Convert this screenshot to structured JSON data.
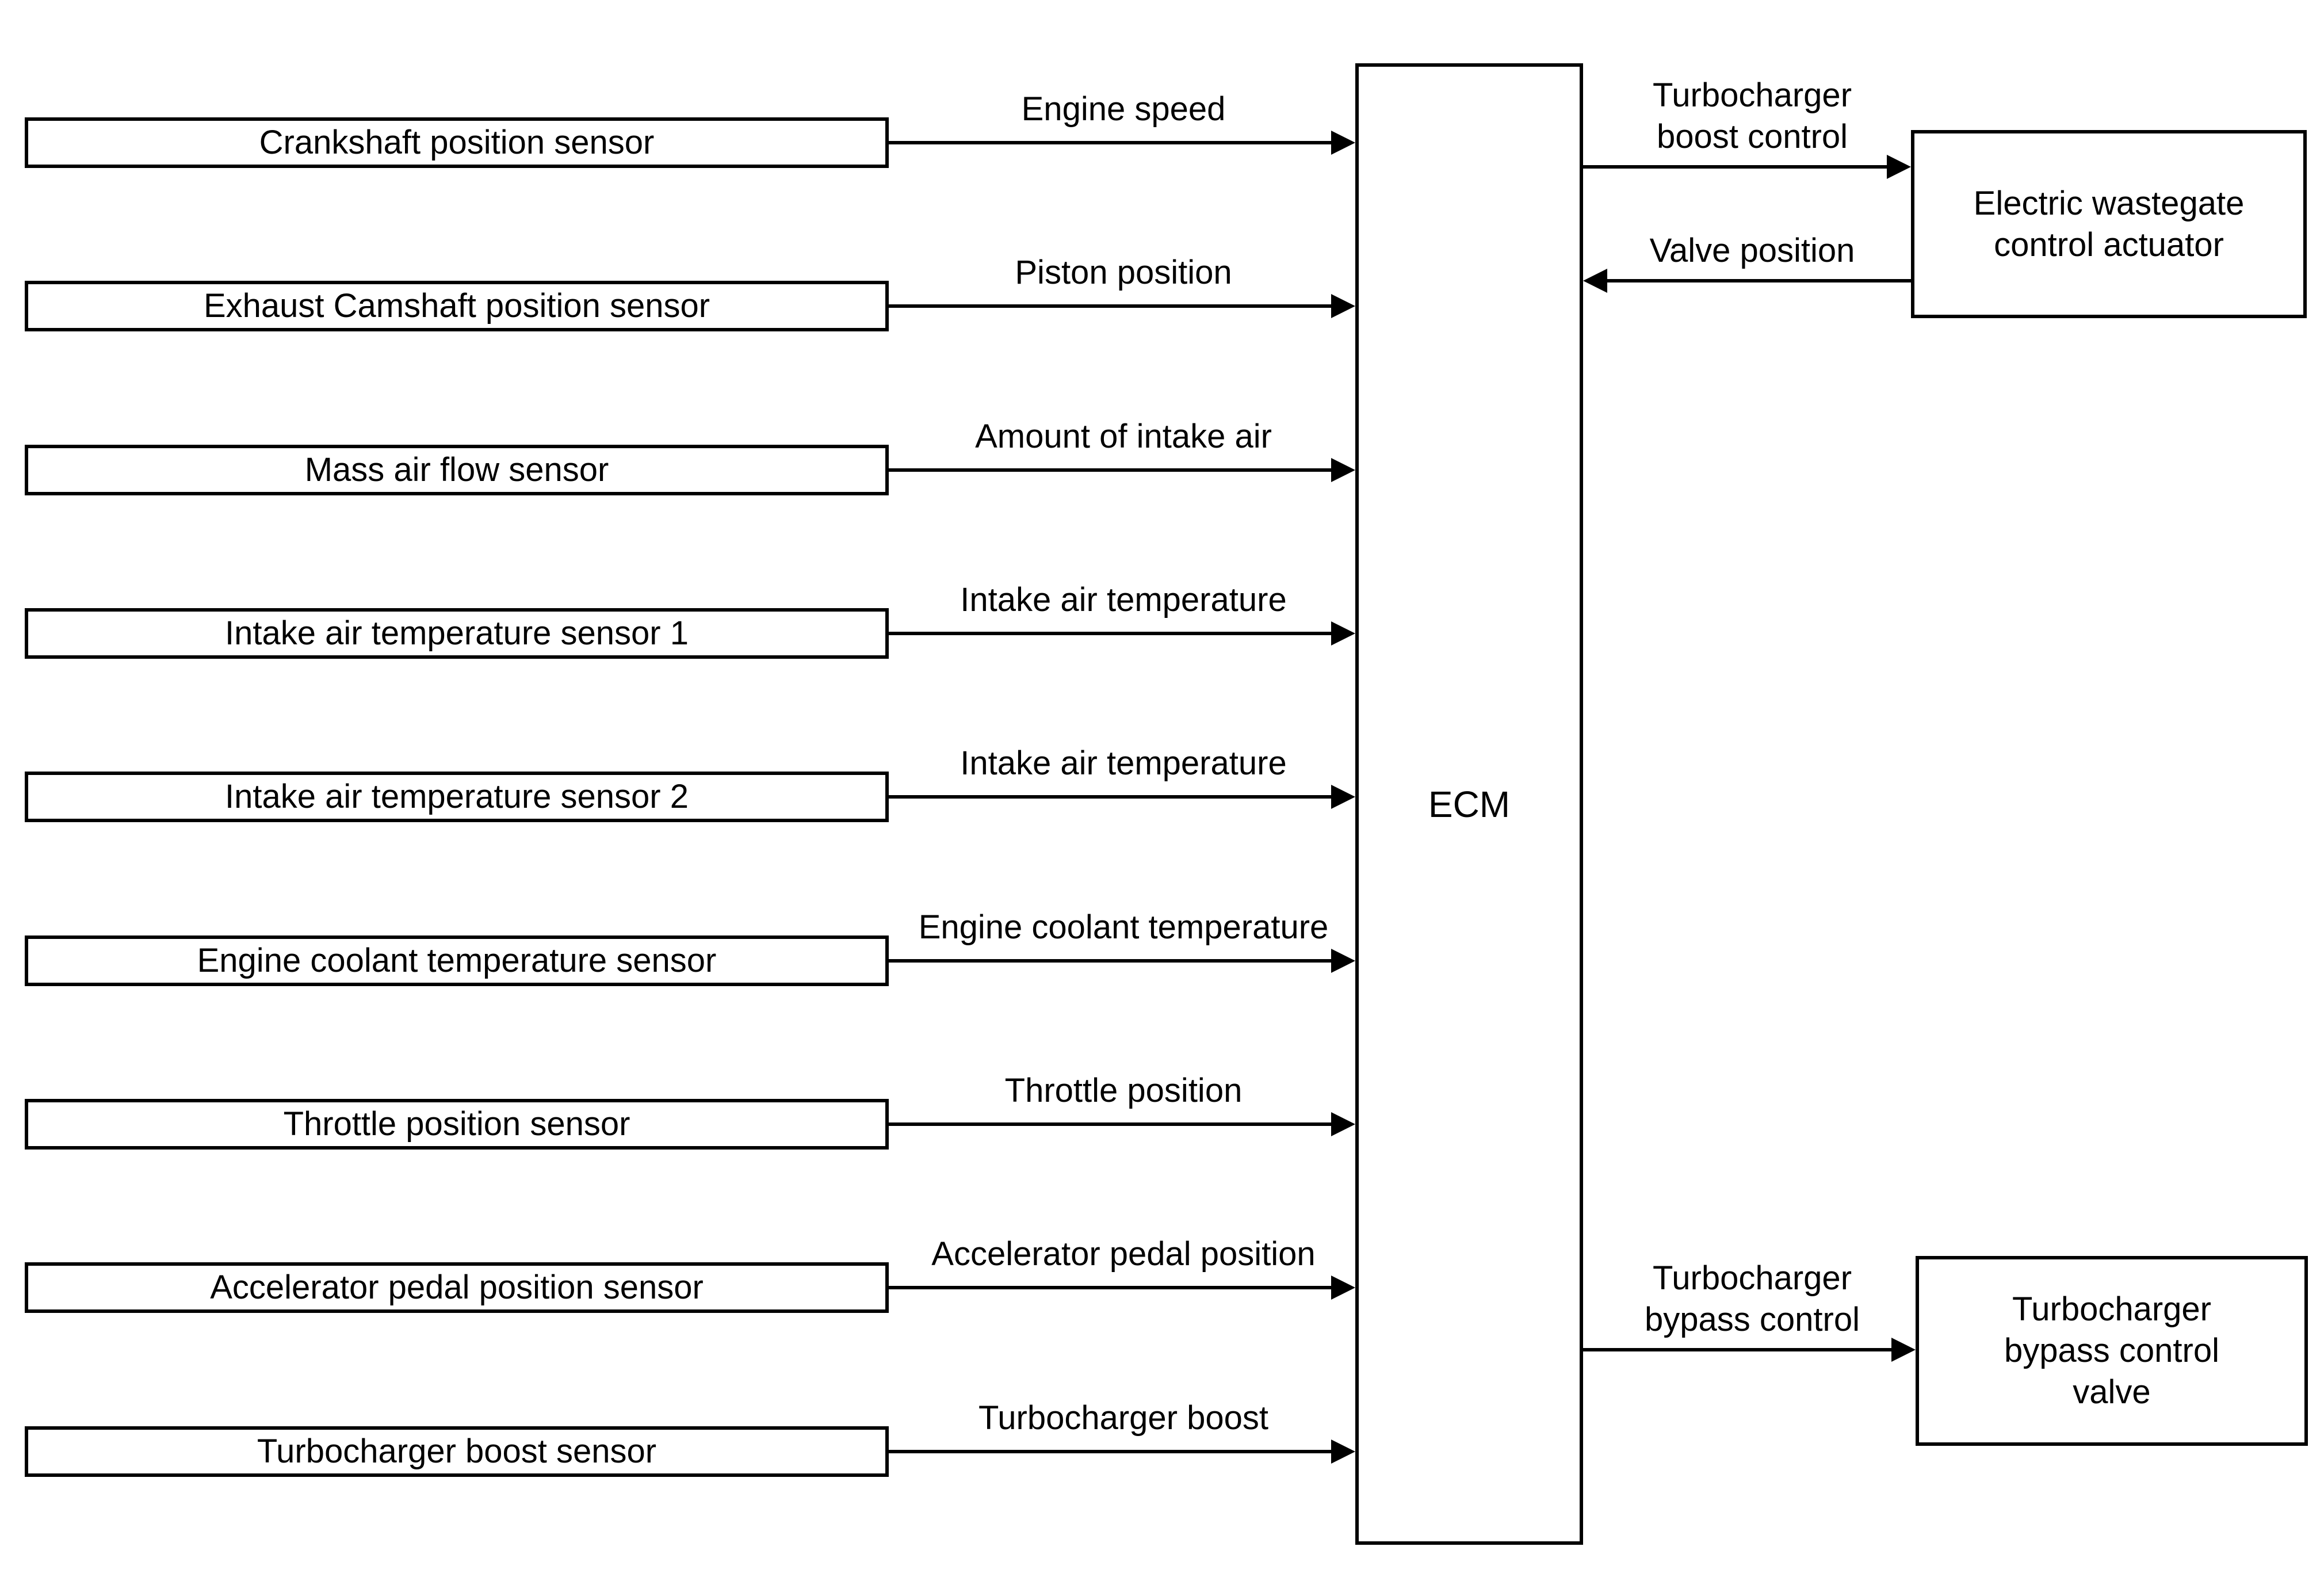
{
  "colors": {
    "background": "#ffffff",
    "line": "#000000"
  },
  "ecm": {
    "label": "ECM"
  },
  "sensors": [
    {
      "box": "Crankshaft position sensor",
      "signal": "Engine speed"
    },
    {
      "box": "Exhaust Camshaft position sensor",
      "signal": "Piston position"
    },
    {
      "box": "Mass air flow sensor",
      "signal": "Amount of intake air"
    },
    {
      "box": "Intake air temperature sensor 1",
      "signal": "Intake air temperature"
    },
    {
      "box": "Intake air temperature sensor 2",
      "signal": "Intake air temperature"
    },
    {
      "box": "Engine coolant temperature sensor",
      "signal": "Engine coolant temperature"
    },
    {
      "box": "Throttle position sensor",
      "signal": "Throttle position"
    },
    {
      "box": "Accelerator pedal position sensor",
      "signal": "Accelerator pedal position"
    },
    {
      "box": "Turbocharger boost sensor",
      "signal": "Turbocharger boost"
    }
  ],
  "actuators": {
    "wastegate": {
      "label": "Electric wastegate\ncontrol actuator",
      "command": "Turbocharger\nboost control",
      "feedback": "Valve position"
    },
    "bypass_valve": {
      "label": "Turbocharger\nbypass control\nvalve",
      "command": "Turbocharger\nbypass control"
    }
  }
}
